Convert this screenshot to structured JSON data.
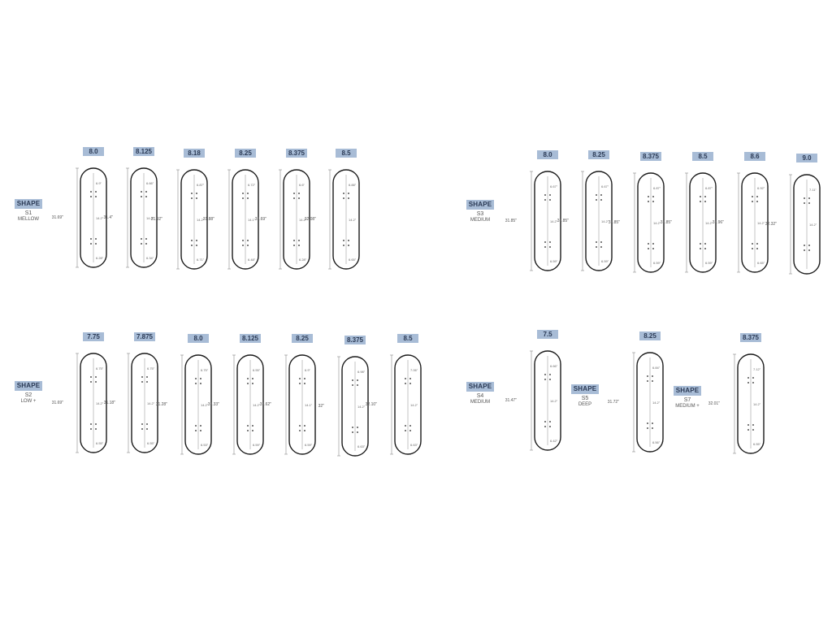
{
  "shape_label": "SHAPE",
  "groups": [
    {
      "code": "S1",
      "desc": "MELLOW",
      "boards": [
        {
          "width": "8.0",
          "length": "31.69\"",
          "nose": "6.9\"",
          "wb": "14.2\"",
          "tail": "6.28\""
        },
        {
          "width": "8.125",
          "length": "31.4\"",
          "nose": "6.66\"",
          "wb": "14.2\"",
          "tail": "6.34\""
        },
        {
          "width": "8.18",
          "length": "31.92\"",
          "nose": "6.87\"",
          "wb": "14.2\"",
          "tail": "6.71\""
        },
        {
          "width": "8.25",
          "length": "31.88\"",
          "nose": "6.72\"",
          "wb": "14.1\"",
          "tail": "6.48\""
        },
        {
          "width": "8.375",
          "length": "31.69\"",
          "nose": "6.6\"",
          "wb": "14.2\"",
          "tail": "6.28\""
        },
        {
          "width": "8.5",
          "length": "32.08\"",
          "nose": "6.88\"",
          "wb": "14.2\"",
          "tail": "6.65\""
        }
      ]
    },
    {
      "code": "S3",
      "desc": "MEDIUM",
      "boards": [
        {
          "width": "8.0",
          "length": "31.85\"",
          "nose": "6.67\"",
          "wb": "14.2\"",
          "tail": "6.59\""
        },
        {
          "width": "8.25",
          "length": "31.85\"",
          "nose": "6.67\"",
          "wb": "14.2\"",
          "tail": "6.59\""
        },
        {
          "width": "8.375",
          "length": "31.85\"",
          "nose": "6.87\"",
          "wb": "14.2\"",
          "tail": "6.59\""
        },
        {
          "width": "8.5",
          "length": "31.85\"",
          "nose": "6.87\"",
          "wb": "14.2\"",
          "tail": "6.59\""
        },
        {
          "width": "8.6",
          "length": "31.96\"",
          "nose": "6.92\"",
          "wb": "14.2\"",
          "tail": "6.65\""
        },
        {
          "width": "9.0",
          "length": "32.32\"",
          "nose": "7.11\"",
          "wb": "14.2\"",
          "tail": ""
        }
      ]
    },
    {
      "code": "S2",
      "desc": "LOW +",
      "boards": [
        {
          "width": "7.75",
          "length": "31.69\"",
          "nose": "6.75\"",
          "wb": "14.2\"",
          "tail": "6.55\""
        },
        {
          "width": "7.875",
          "length": "31.18\"",
          "nose": "6.75\"",
          "wb": "14.2\"",
          "tail": "6.55\""
        },
        {
          "width": "8.0",
          "length": "31.28\"",
          "nose": "6.75\"",
          "wb": "14.2\"",
          "tail": "6.53\""
        },
        {
          "width": "8.125",
          "length": "31.33\"",
          "nose": "6.55\"",
          "wb": "14.2\"",
          "tail": "6.59\""
        },
        {
          "width": "8.25",
          "length": "31.62\"",
          "nose": "6.9\"",
          "wb": "14.1\"",
          "tail": "6.59\""
        },
        {
          "width": "8.375",
          "length": "32\"",
          "nose": "6.98\"",
          "wb": "14.2\"",
          "tail": "6.63\""
        },
        {
          "width": "8.5",
          "length": "32.10\"",
          "nose": "7.06\"",
          "wb": "14.2\"",
          "tail": "6.63\""
        }
      ]
    },
    {
      "code": "S4",
      "desc": "MEDIUM",
      "boards": [
        {
          "width": "7.5",
          "length": "31.47\"",
          "nose": "6.66\"",
          "wb": "14.2\"",
          "tail": "6.42\""
        }
      ]
    },
    {
      "code": "S5",
      "desc": "DEEP",
      "boards": [
        {
          "width": "8.25",
          "length": "31.72\"",
          "nose": "6.84\"",
          "wb": "14.2\"",
          "tail": "6.56\""
        }
      ]
    },
    {
      "code": "S7",
      "desc": "MEDIUM +",
      "boards": [
        {
          "width": "8.375",
          "length": "32.01\"",
          "nose": "7.12\"",
          "wb": "14.2\"",
          "tail": "6.55\""
        }
      ]
    }
  ]
}
